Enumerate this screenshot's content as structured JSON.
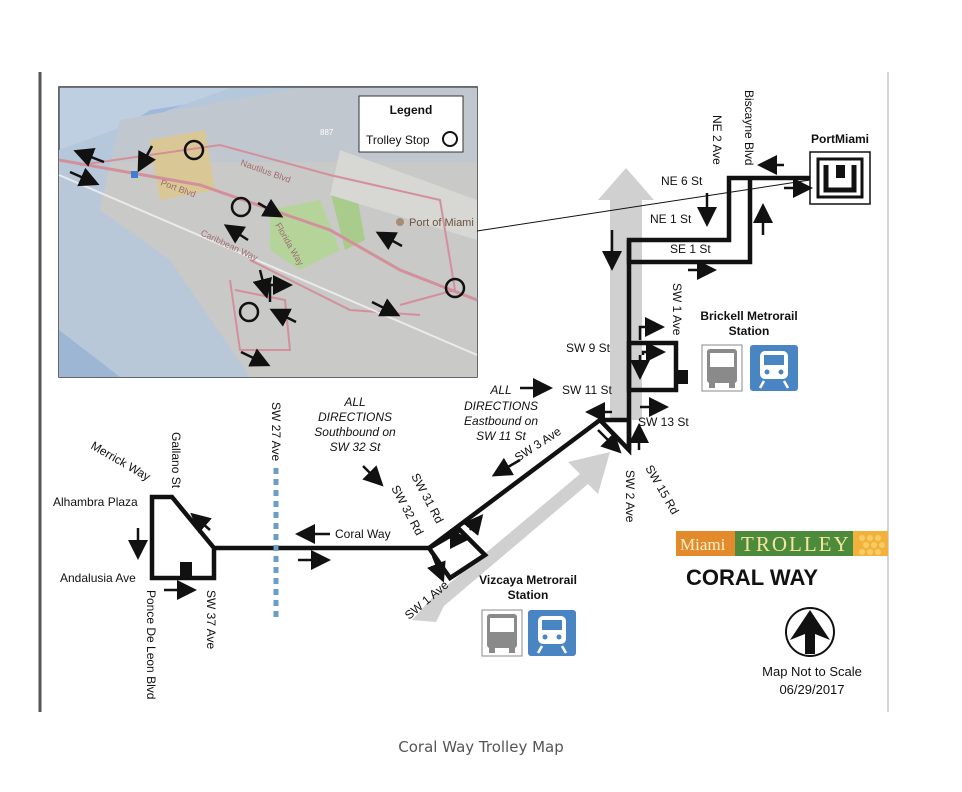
{
  "caption": "Coral Way Trolley Map",
  "map_title": "CORAL WAY",
  "brand": {
    "miami": "Miami",
    "trolley": "TROLLEY"
  },
  "note": {
    "scale": "Map Not to Scale",
    "date": "06/29/2017"
  },
  "legend": {
    "title": "Legend",
    "item": "Trolley Stop"
  },
  "inset_labels": {
    "port_of_miami": "Port of Miami",
    "port_blvd": "Port Blvd",
    "caribbean": "Caribbean Way",
    "florida": "Florida Way",
    "nautilus": "Nautilus Blvd",
    "road_887": "887"
  },
  "stations": {
    "portmiami": "PortMiami",
    "brickell_1": "Brickell Metrorail",
    "brickell_2": "Station",
    "vizcaya_1": "Vizcaya Metrorail",
    "vizcaya_2": "Station"
  },
  "streets": {
    "ne_2_ave": "NE 2 Ave",
    "biscayne": "Biscayne Blvd",
    "ne_6_st": "NE 6 St",
    "ne_1_st": "NE 1 St",
    "se_1_st": "SE 1 St",
    "sw_1_ave_n": "SW 1 Ave",
    "sw_9_st": "SW 9 St",
    "sw_11_st": "SW 11 St",
    "sw_13_st": "SW 13 St",
    "sw_15_rd": "SW 15 Rd",
    "sw_2_ave": "SW 2 Ave",
    "sw_3_ave": "SW 3 Ave",
    "sw_31_rd": "SW 31 Rd",
    "sw_32_rd": "SW 32 Rd",
    "sw_1_ave_s": "SW 1 Ave",
    "sw_27_ave": "SW 27 Ave",
    "coral_way": "Coral Way",
    "merrick": "Merrick Way",
    "gallano": "Gallano St",
    "alhambra": "Alhambra Plaza",
    "andalusia": "Andalusia Ave",
    "ponce": "Ponce De Leon Blvd",
    "sw_37_ave": "SW 37 Ave"
  },
  "notes": {
    "all_dir_1": [
      "ALL",
      "DIRECTIONS",
      "Southbound on",
      "SW 32 St"
    ],
    "all_dir_2": [
      "ALL",
      "DIRECTIONS",
      "Eastbound on",
      "SW 11 St"
    ]
  }
}
